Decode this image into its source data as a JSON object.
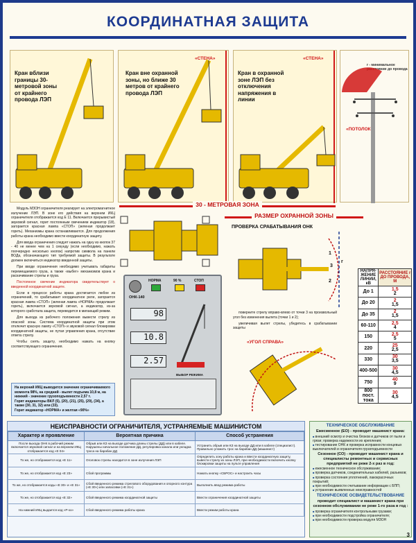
{
  "title": "КООРДИНАТНАЯ ЗАЩИТА",
  "panels": {
    "p1": "Кран вблизи границы 30-метровой зоны от крайнего провода ЛЭП",
    "p2": "Кран вне охранной зоны, но ближе 30 метров от крайнего провода ЛЭП",
    "p3": "Кран в охранной зоне ЛЭП без отключения напряжения в линии",
    "wall": "«СТЕНА»",
    "ceiling": "«ПОТОЛОК»",
    "r_note": "r - минимальное расстояние до провода",
    "r_sym": "r"
  },
  "zones": {
    "z30": "30 - МЕТРОВАЯ ЗОНА",
    "protect": "РАЗМЕР ОХРАННОЙ ЗОНЫ",
    "check": "ПРОВЕРКА СРАБАТЫВАНИЯ ОНК",
    "angle": "«УГОЛ СПРАВА»"
  },
  "body": [
    "Модуль МЗОН ограничителя реагирует на электромагнитное излучение ЛЭП. В зоне его действия на верхнем ИКЦ ограничителя отображается код Е 11. Включается прерывистый звуковой сигнал, горит постоянным свечением индикатор (18), загорается красная лампа «СТОП» (зеленая продолжает гореть). Механизмы крана останавливаются. Для продолжения работы крана необходимо ввести координатную защиту.",
    "Для ввода ограничения следует нажать на одну из кнопок 37 - 40 не менее чем на 1 секунду (если необходимо, нажать поочередно несколько кнопок) напротив символа на панели ВОДа, обозначающего тип требуемой защиты. В результате должен включиться индикатор введенной защиты.",
    "При вводе ограничения необходимо учитывать габариты перемещаемого груза, а также «выбег» механизмов крана и раскачивание стрелы и груза.",
    "Постоянное свечение индикатора свидетельствует о введенной координатной защите.",
    "Если в процессе работы крана достигается любое из ограничений, то срабатывает координатное реле, загорается красная лампа «СТОП» (зеленая лампа «НОРМА» продолжает гореть), включается звуковой сигнал, а индикатор, из-за которого сработала защита, переводится в мигающий режим.",
    "Для выхода из рабочего положения вывести стрелу из опасной зоны. Система координатной защиты при этом отключит красную лампу «СТОП» и звуковой сигнал блокировки координатной защиты, не путая управления крана, отсутствие ответа стрелу.",
    "Чтобы снять защиту, необходимо нажать на кнопку соответствующего ограничения."
  ],
  "note": {
    "l1": "На верхний ИКЦ выводится значение ограничиваемого момента 98%, на средний - вылет подъема 10,8 м, на нижний - значение грузоподъемности 2,57 т.",
    "l2": "Горят индикаторы ВКЛ (5), (20), (21), (25), (29), (34), а также (30, 31, 32) или (33).",
    "l3": "Горит индикатор «НОРМА» и желтая «90%»"
  },
  "device": {
    "model": "ОНК-140",
    "norm": "НОРМА",
    "p90": "90 %",
    "stop": "СТОП",
    "lcd1": "98",
    "lcd2": "10.8",
    "lcd3": "2.57",
    "panel_title": "ВЫБОР РЕЖИМА"
  },
  "check": {
    "step1": "поверните стрелу вправо-влево от точки 3 на произвольный угол без изменения вылета (точки 1 и 2);",
    "step2": "увеличивая вылет стрелы, убедитесь в срабатывании защиты",
    "pt1": "1",
    "pt2": "2",
    "pt3": "3",
    "pt_r": "r"
  },
  "voltage_table": {
    "h_volt": "НАПРЯ-ЖЕНИЕ ЛИНИИ, кВ",
    "h_dist": "РАССТОЯНИЕ r ДО ПРОВОДА, М",
    "rows": [
      [
        "До 1",
        "1,5",
        "2"
      ],
      [
        "До 20",
        "2",
        "1,5"
      ],
      [
        "До 35",
        "2",
        "1,5"
      ],
      [
        "60-110",
        "2,5",
        "4"
      ],
      [
        "150",
        "2,5",
        "5"
      ],
      [
        "220",
        "25",
        "2,5"
      ],
      [
        "330",
        "30",
        "3,5"
      ],
      [
        "400-500",
        "30",
        "4,5"
      ],
      [
        "750",
        "40",
        "9"
      ],
      [
        "800 пост. тока",
        "30",
        "4,5"
      ]
    ]
  },
  "faults": {
    "title": "НЕИСПРАВНОСТИ ОГРАНИЧИТЕЛЯ, УСТРАНЯЕМЫЕ МАШИНИСТОМ",
    "cols": [
      "Характер и проявление",
      "Вероятная причина",
      "Способ устранения"
    ],
    "rows": [
      [
        "После выхода ОНК в рабочий режим включается звуковой сигнал и на верхнем ИКЦ отображается код «Е 04»",
        "Обрыв или КЗ на выходе датчика длины стрелы (ДД) или в кабеле. Нарушены начальное положение ДД, регулировка канала или укладка троса на барабан ДД",
        "Устранить обрыв или КЗ на выходе ДД или в кабеле (специалист). Правильно уложить трос на барабан ДД (машинист)"
      ],
      [
        "То же, но отображается код «Е 11»",
        "Оголовок стрелы находится в зоне излучения ЛЭП",
        "Определить зону работы крана и ввести координатную защиту, вывести стрелу из зоны ЛЭП, при необходимости включить кнопку блокировки защиты на пульте управления"
      ],
      [
        "То же, но отображается код «Е 23»",
        "Сбой программы",
        "Нажать кнопку «СБРОС» и настроить часы"
      ],
      [
        "То же, но отображается коды «Е 30» и «Е 31»",
        "Сбой введенного режима стрелового оборудования и опорного контура («Е 30») или запасовки («Е 31»)",
        "Выполнить ввод режима работы"
      ],
      [
        "То же, но отображается код «Е 32»",
        "Сбой введенного режима координатной защиты",
        "Ввести ограничения координатной защиты"
      ],
      [
        "На нижний ИКЦ выдается код «Р-хх»",
        "Сбой введенного режима работы крана",
        "Ввести режим работы крана"
      ]
    ]
  },
  "maint": {
    "h1": "ТЕХНИЧЕСКОЕ ОБСЛУЖИВАНИЕ",
    "eo": "Ежесменное (ЕО) - проводит машинист крана:",
    "eo_items": [
      "внешний осмотр и очистка блоков и датчиков от пыли и грязи; проверка надежности их крепления;",
      "тестирование ОНК и проверка исправности концевых выключателей и ограничителя грузоподъемности"
    ],
    "so": "Сезонное (СО) - проводит машинист крана и специалисты ремонтных и сервисных предприятий не реже 2-х раз в год:",
    "so_items": [
      "ежесменное техническое обслуживание;",
      "проверка датчиков, соединительных кабелей, разъемов;",
      "проверка состояния уплотнений, лакокрасочных покрытий;",
      "при необходимости считывание информации с БПП;",
      "устранение выявленных неисправностей"
    ],
    "h2": "ТЕХНИЧЕСКОЕ ОСВИДЕТЕЛЬСТВОВАНИЕ",
    "to": "проводит специалист и машинист крана при сезонном обслуживании не реже 1-го раза в год :",
    "to_items": [
      "проверка ограничителя контрольными грузами;",
      "при необходимости подстройка ограничителя;",
      "при необходимости проверка модуля МЗОН"
    ]
  },
  "page": "3"
}
